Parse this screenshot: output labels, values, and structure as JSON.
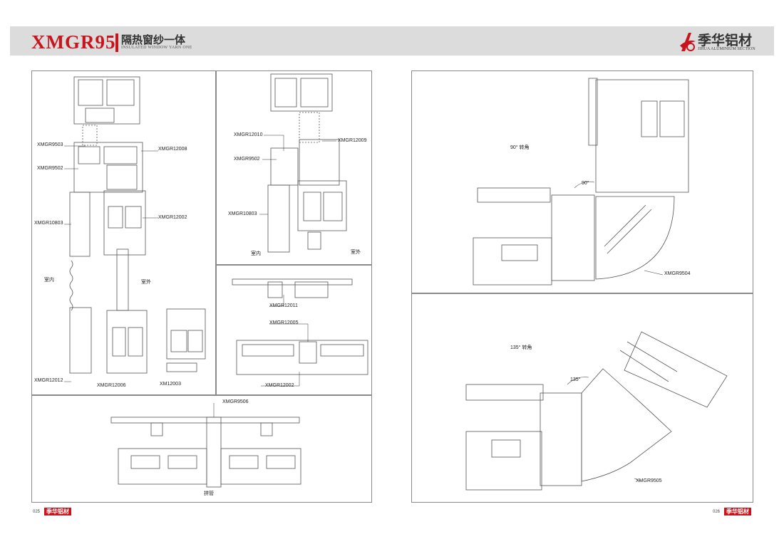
{
  "header": {
    "series": "XMGR95",
    "title_zh": "隔热窗纱一体",
    "title_en": "INSULATED WINDOW YARN ONE"
  },
  "brand": {
    "name": "季华铝材",
    "name_en": "JIHUA ALUMINIUM SECTION",
    "color": "#c8151d"
  },
  "left_page": {
    "panel_a": {
      "labels": {
        "p9503": "XMGR9503",
        "p9502": "XMGR9502",
        "p12008": "XMGR12008",
        "p10803": "XMGR10803",
        "p12002": "XMGR12002",
        "indoor": "室内",
        "outdoor": "室外",
        "p12012": "XMGR12012",
        "p12006": "XMGR12006",
        "p12003": "XM12003"
      }
    },
    "panel_b": {
      "labels": {
        "p12010": "XMGR12010",
        "p12009": "XMGR12009",
        "p9502": "XMGR9502",
        "p10803": "XMGR10803",
        "indoor": "室内",
        "outdoor": "室外"
      }
    },
    "panel_c": {
      "labels": {
        "p12011": "XMGR12011",
        "p12005": "XMGR12005",
        "p12002": "XMGR12002"
      }
    },
    "panel_d": {
      "labels": {
        "p9506": "XMGR9506",
        "joint": "拼管"
      }
    },
    "footer": {
      "page": "025",
      "logo": "季华铝材"
    }
  },
  "right_page": {
    "top": {
      "caption": "90° 转角",
      "angle": "90°",
      "part": "XMGR9504"
    },
    "bottom": {
      "caption": "135° 转角",
      "angle": "135°",
      "part": "XMGR9505"
    },
    "footer": {
      "page": "026",
      "logo": "季华铝材"
    }
  }
}
